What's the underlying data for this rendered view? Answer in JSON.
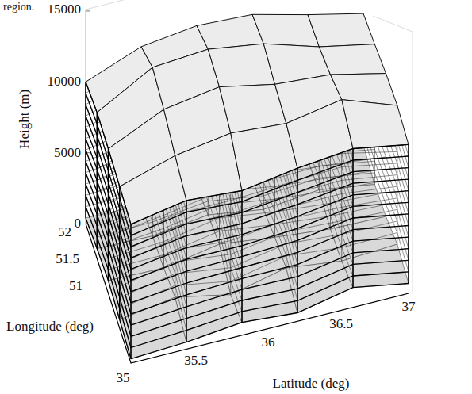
{
  "diagram": {
    "labels": [
      "region.",
      "15000",
      "10000",
      "5000",
      "0",
      "Height (m)",
      "52",
      "51.5",
      "51",
      "Longitude (deg)",
      "35",
      "35.5",
      "36",
      "36.5",
      "37",
      "Latitude (deg)"
    ]
  }
}
